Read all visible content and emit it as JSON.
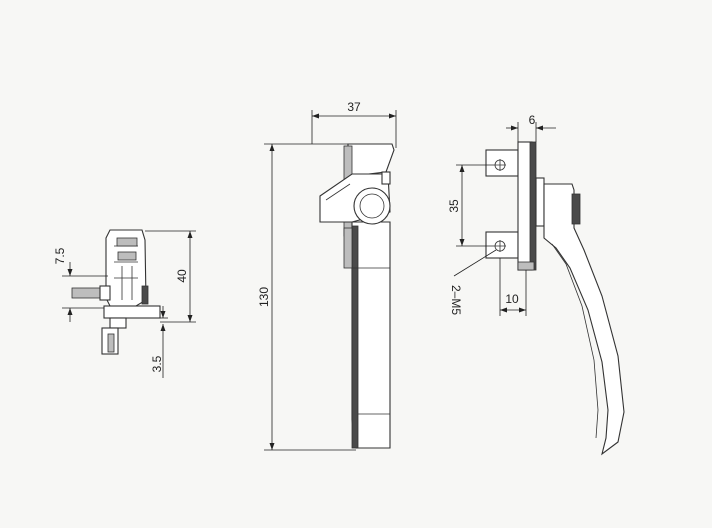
{
  "colors": {
    "background": "#f7f7f5",
    "line": "#333333",
    "shade": "#bdbdbd"
  },
  "dimensions": {
    "width_37": "37",
    "height_130": "130",
    "height_40": "40",
    "offset_7_5": "7.5",
    "offset_3_5": "3.5",
    "width_6": "6",
    "spacing_35": "35",
    "width_10": "10",
    "screw_note": "2–M5"
  }
}
